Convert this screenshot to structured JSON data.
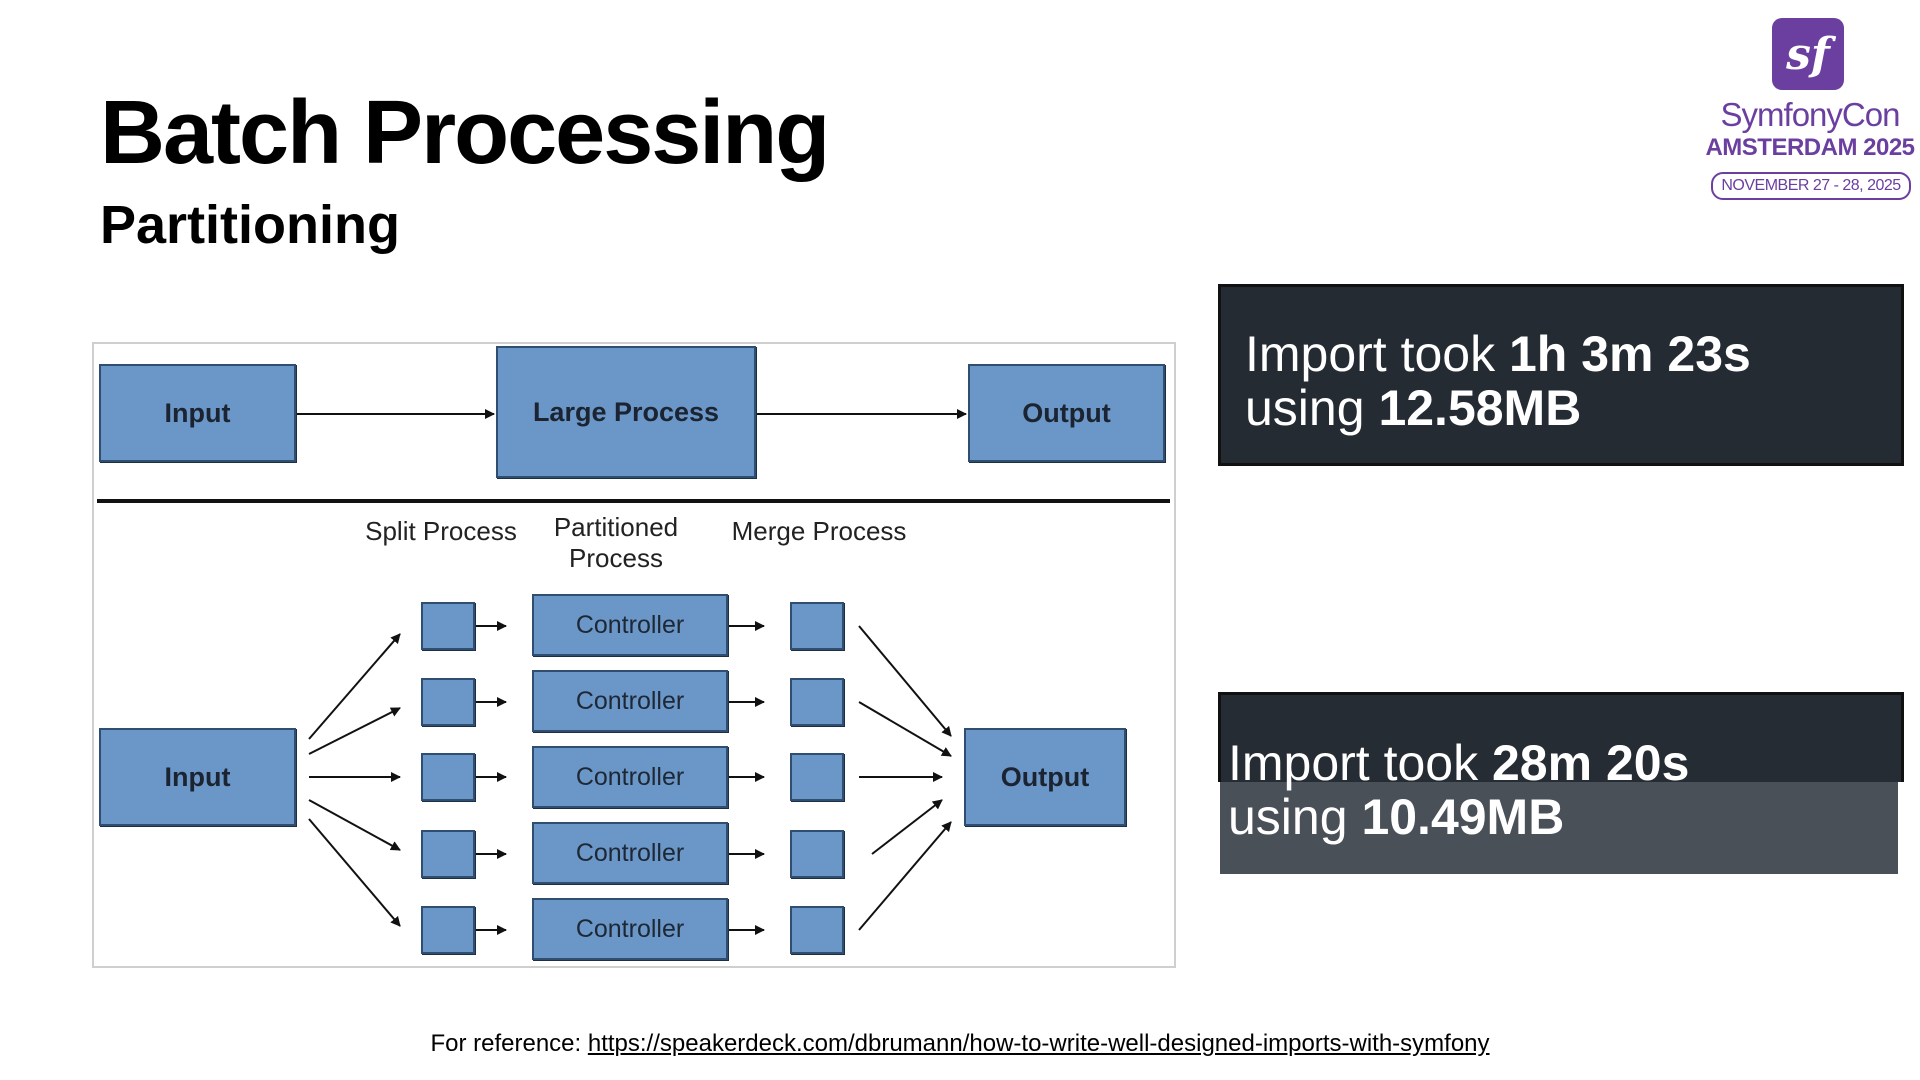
{
  "slide": {
    "title": "Batch Processing",
    "subtitle": "Partitioning"
  },
  "logo": {
    "name": "SymfonyCon",
    "city": "AMSTERDAM 2025",
    "dates": "NOVEMBER 27 - 28, 2025",
    "icon": "symfony-logo-icon"
  },
  "diagram": {
    "top": {
      "input": "Input",
      "process": "Large Process",
      "output": "Output"
    },
    "bottom": {
      "input": "Input",
      "output": "Output",
      "split_label": "Split Process",
      "partitioned_label": "Partitioned Process",
      "merge_label": "Merge Process",
      "controllers": [
        "Controller",
        "Controller",
        "Controller",
        "Controller",
        "Controller"
      ]
    },
    "colors": {
      "box": "#6a96c8",
      "border": "#2f4e70"
    }
  },
  "results": {
    "before": {
      "prefix": "Import took ",
      "duration": "1h 3m 23s",
      "using": "using ",
      "memory": "12.58MB"
    },
    "after": {
      "prefix": "Import took ",
      "duration": "28m 20s",
      "using": "using ",
      "memory": "10.49MB"
    }
  },
  "footer": {
    "prefix": "For reference: ",
    "link": "https://speakerdeck.com/dbrumann/how-to-write-well-designed-imports-with-symfony"
  }
}
